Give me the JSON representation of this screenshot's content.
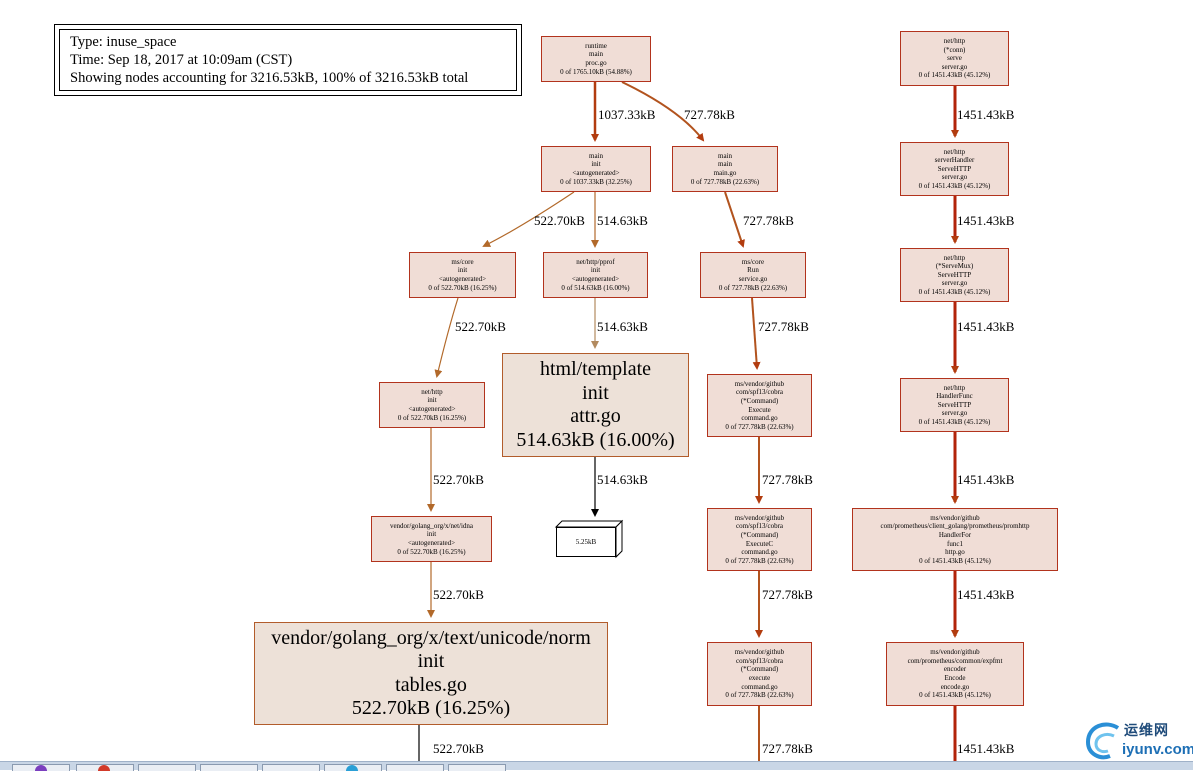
{
  "legend": {
    "type_line": "Type: inuse_space",
    "time_line": "Time: Sep 18, 2017 at 10:09am (CST)",
    "showing_line": "Showing nodes accounting for 3216.53kB, 100% of 3216.53kB total"
  },
  "nodes": [
    {
      "id": "runtime-main",
      "lines": [
        "runtime",
        "main",
        "proc.go",
        "0 of 1765.10kB (54.88%)"
      ]
    },
    {
      "id": "main-init",
      "lines": [
        "main",
        "init",
        "<autogenerated>",
        "0 of 1037.33kB (32.25%)"
      ]
    },
    {
      "id": "main-main",
      "lines": [
        "main",
        "main",
        "main.go",
        "0 of 727.78kB (22.63%)"
      ]
    },
    {
      "id": "core-init",
      "lines": [
        "ms/core",
        "init",
        "<autogenerated>",
        "0 of 522.70kB (16.25%)"
      ]
    },
    {
      "id": "pprof-init",
      "lines": [
        "net/http/pprof",
        "init",
        "<autogenerated>",
        "0 of 514.63kB (16.00%)"
      ]
    },
    {
      "id": "core-run",
      "lines": [
        "ms/core",
        "Run",
        "service.go",
        "0 of 727.78kB (22.63%)"
      ]
    },
    {
      "id": "nethttp-init",
      "lines": [
        "net/http",
        "init",
        "<autogenerated>",
        "0 of 522.70kB (16.25%)"
      ]
    },
    {
      "id": "html-template",
      "lines": [
        "html/template",
        "init",
        "attr.go",
        "514.63kB (16.00%)"
      ]
    },
    {
      "id": "cobra-execute-cap",
      "lines": [
        "ms/vendor/github",
        "com/spf13/cobra",
        "(*Command)",
        "Execute",
        "command.go",
        "0 of 727.78kB (22.63%)"
      ]
    },
    {
      "id": "idna-init",
      "lines": [
        "vendor/golang_org/x/net/idna",
        "init",
        "<autogenerated>",
        "0 of 522.70kB (16.25%)"
      ]
    },
    {
      "id": "size-box",
      "lines": [
        "5.25kB"
      ]
    },
    {
      "id": "cobra-executec",
      "lines": [
        "ms/vendor/github",
        "com/spf13/cobra",
        "(*Command)",
        "ExecuteC",
        "command.go",
        "0 of 727.78kB (22.63%)"
      ]
    },
    {
      "id": "norm-init",
      "lines": [
        "vendor/golang_org/x/text/unicode/norm",
        "init",
        "tables.go",
        "522.70kB (16.25%)"
      ]
    },
    {
      "id": "cobra-execute",
      "lines": [
        "ms/vendor/github",
        "com/spf13/cobra",
        "(*Command)",
        "execute",
        "command.go",
        "0 of 727.78kB (22.63%)"
      ]
    },
    {
      "id": "conn-serve",
      "lines": [
        "net/http",
        "(*conn)",
        "serve",
        "server.go",
        "0 of 1451.43kB (45.12%)"
      ]
    },
    {
      "id": "serverhandler",
      "lines": [
        "net/http",
        "serverHandler",
        "ServeHTTP",
        "server.go",
        "0 of 1451.43kB (45.12%)"
      ]
    },
    {
      "id": "servemux",
      "lines": [
        "net/http",
        "(*ServeMux)",
        "ServeHTTP",
        "server.go",
        "0 of 1451.43kB (45.12%)"
      ]
    },
    {
      "id": "handlerfunc",
      "lines": [
        "net/http",
        "HandlerFunc",
        "ServeHTTP",
        "server.go",
        "0 of 1451.43kB (45.12%)"
      ]
    },
    {
      "id": "promhttp",
      "lines": [
        "ms/vendor/github",
        "com/prometheus/client_golang/prometheus/promhttp",
        "HandlerFor",
        "func1",
        "http.go",
        "0 of 1451.43kB (45.12%)"
      ]
    },
    {
      "id": "expfmt",
      "lines": [
        "ms/vendor/github",
        "com/prometheus/common/expfmt",
        "encoder",
        "Encode",
        "encode.go",
        "0 of 1451.43kB (45.12%)"
      ]
    }
  ],
  "edge_labels": [
    "1037.33kB",
    "727.78kB",
    "522.70kB",
    "514.63kB",
    "727.78kB",
    "522.70kB",
    "514.63kB",
    "727.78kB",
    "522.70kB",
    "514.63kB",
    "727.78kB",
    "522.70kB",
    "727.78kB",
    "522.70kB",
    "727.78kB",
    "1451.43kB",
    "1451.43kB",
    "1451.43kB",
    "1451.43kB",
    "1451.43kB",
    "1451.43kB"
  ],
  "colors": {
    "node_fill": "#f0ddd6",
    "node_border": "#b2331d",
    "edge_heavy": "#b23c0f",
    "edge_medium": "#b2692a",
    "edge_light": "#b28a5f"
  },
  "watermark": {
    "line1": "运维网",
    "line2": "iyunv.com"
  }
}
